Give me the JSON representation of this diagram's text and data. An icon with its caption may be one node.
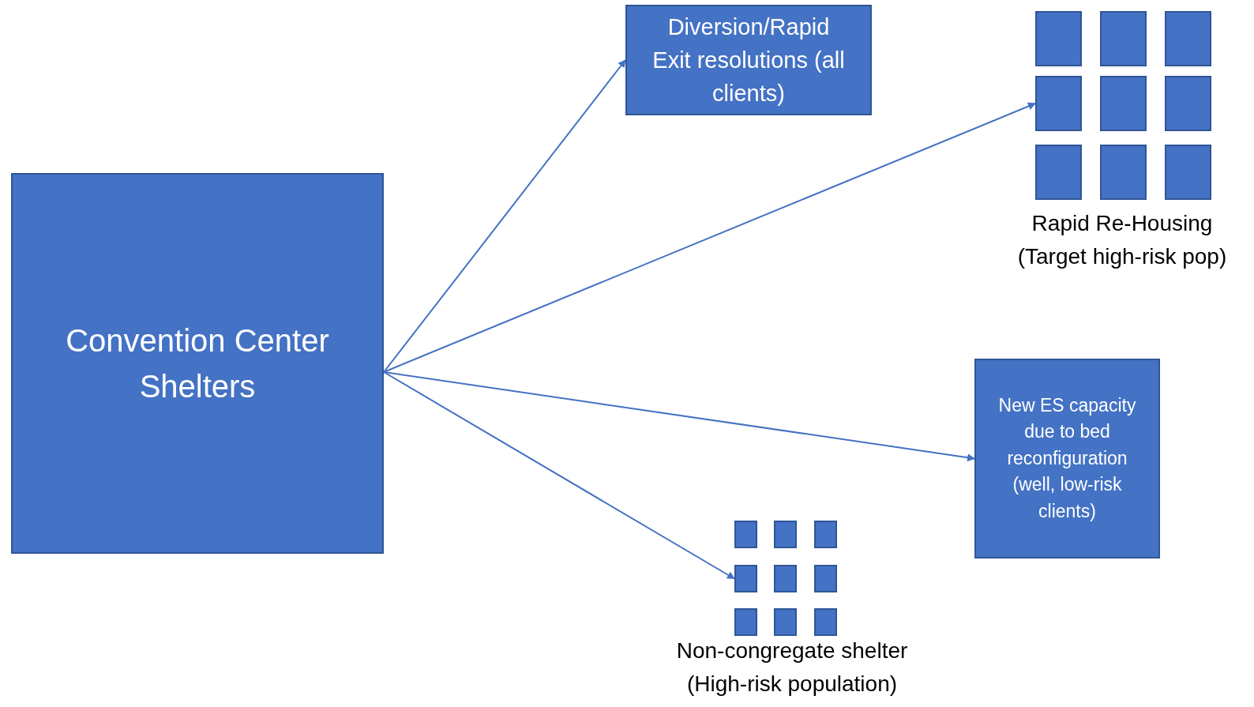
{
  "diagram": {
    "nodes": [
      {
        "text": [
          "Convention Center Shelters"
        ]
      },
      {
        "text": [
          "Diversion/Rapid Exit resolutions (all clients)"
        ]
      },
      {
        "text": [],
        "shape": "box"
      },
      {
        "text": [],
        "shape": "box"
      },
      {
        "text": [],
        "shape": "box"
      },
      {
        "text": [],
        "shape": "box"
      },
      {
        "text": [],
        "shape": "box"
      },
      {
        "text": [],
        "shape": "box"
      },
      {
        "text": [],
        "shape": "box"
      },
      {
        "text": [],
        "shape": "box"
      },
      {
        "text": [],
        "shape": "box"
      },
      {
        "text": [
          "New ES capacity due to bed reconfiguration (well, low-risk clients)"
        ]
      },
      {
        "text": [],
        "shape": "box"
      },
      {
        "text": [],
        "shape": "box"
      },
      {
        "text": [],
        "shape": "box"
      },
      {
        "text": [],
        "shape": "box"
      },
      {
        "text": [],
        "shape": "box"
      },
      {
        "text": [],
        "shape": "box"
      },
      {
        "text": [],
        "shape": "box"
      },
      {
        "text": [],
        "shape": "box"
      },
      {
        "text": [],
        "shape": "box"
      }
    ],
    "edges": [
      {
        "from": 0,
        "to": 1,
        "arrow": "to"
      },
      {
        "from": 0,
        "to": 5,
        "arrow": "to"
      },
      {
        "from": 0,
        "to": 11,
        "arrow": "to"
      },
      {
        "from": 0,
        "to": 15,
        "arrow": "to"
      }
    ],
    "labels": [
      "Rapid Re-Housing (Target high-risk pop)",
      "Non-congregate shelter (High-risk population)"
    ]
  }
}
